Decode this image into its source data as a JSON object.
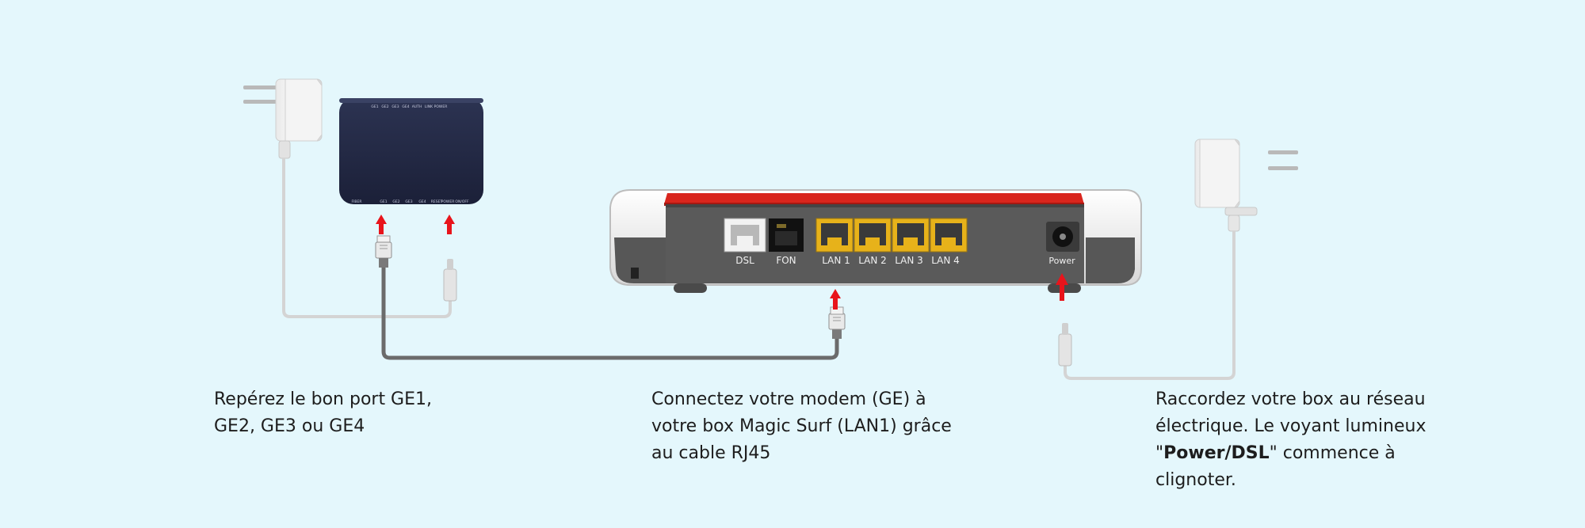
{
  "modem": {
    "top_leds": [
      "GE1",
      "GE2",
      "GE3",
      "GE4",
      "AUTH",
      "LINK",
      "POWER"
    ],
    "bottom_ports": [
      "FIBER",
      "GE1",
      "GE2",
      "GE3",
      "GE4",
      "RESET",
      "POWER",
      "ON/OFF"
    ]
  },
  "box": {
    "ports": {
      "dsl": "DSL",
      "fon": "FON",
      "lan1": "LAN 1",
      "lan2": "LAN 2",
      "lan3": "LAN 3",
      "lan4": "LAN 4",
      "power": "Power"
    }
  },
  "steps": [
    {
      "lines": [
        "Repérez le bon port GE1,",
        "GE2, GE3 ou GE4"
      ]
    },
    {
      "lines": [
        "Connectez votre modem (GE) à",
        "votre box Magic Surf (LAN1) grâce",
        "au cable RJ45"
      ]
    },
    {
      "line1": "Raccordez votre box au réseau",
      "line2": "électrique. Le voyant lumineux",
      "line3_prefix": "\"",
      "line3_bold": "Power/DSL",
      "line3_suffix": "\" commence  à",
      "line4": "clignoter."
    }
  ],
  "colors": {
    "background": "#e4f7fc",
    "arrow": "#e8141b",
    "box_red": "#d9251d",
    "modem_body": "#232a45",
    "lan_port": "#e7b21a"
  }
}
